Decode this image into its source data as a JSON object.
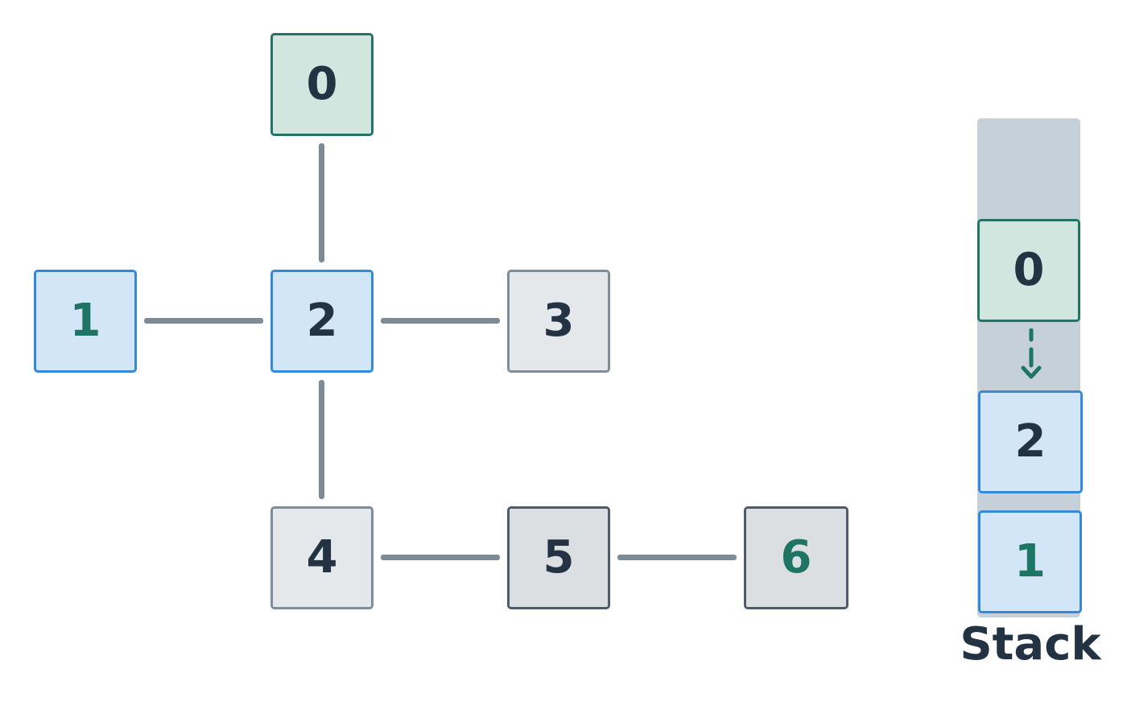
{
  "graph": {
    "nodes": [
      {
        "label": "0"
      },
      {
        "label": "1"
      },
      {
        "label": "2"
      },
      {
        "label": "3"
      },
      {
        "label": "4"
      },
      {
        "label": "5"
      },
      {
        "label": "6"
      }
    ],
    "edges": [
      [
        "0",
        "2"
      ],
      [
        "1",
        "2"
      ],
      [
        "2",
        "3"
      ],
      [
        "2",
        "4"
      ],
      [
        "4",
        "5"
      ],
      [
        "5",
        "6"
      ]
    ]
  },
  "stack": {
    "label": "Stack",
    "items": [
      {
        "label": "0"
      },
      {
        "label": "2"
      },
      {
        "label": "1"
      }
    ]
  },
  "colors": {
    "visited_green": "#d2e6e0",
    "in_stack_blue": "#d3e6f7",
    "unvisited_grey": "#e4e8eb",
    "edge": "#7d8b97",
    "accent_teal": "#1e7564"
  }
}
